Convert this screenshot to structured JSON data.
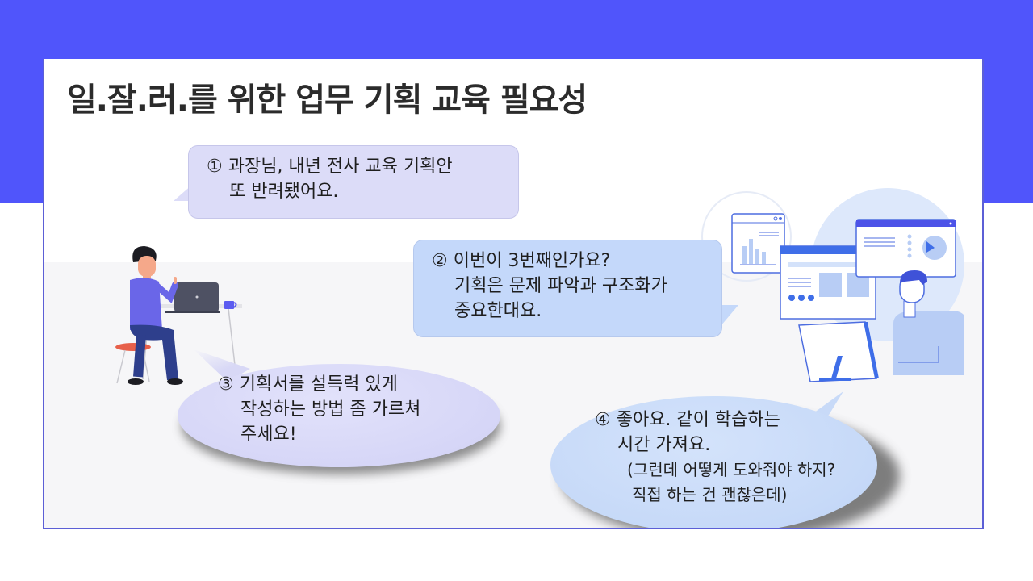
{
  "slide": {
    "title": "일.잘.러.를 위한 업무 기획 교육 필요성",
    "colors": {
      "accent_band": "#5055fb",
      "card_border": "#5c5fd6",
      "floor": "#f6f6f8",
      "bubble_lavender": "#dcdcf8",
      "bubble_blue": "#c4d8fa"
    }
  },
  "bubbles": [
    {
      "number": "①",
      "lines": [
        "① 과장님, 내년 전사 교육 기획안",
        "또 반려됐어요."
      ]
    },
    {
      "number": "②",
      "lines": [
        "② 이번이 3번째인가요?",
        "기획은 문제 파악과 구조화가",
        "중요한대요."
      ]
    },
    {
      "number": "③",
      "lines": [
        "③ 기획서를 설득력 있게",
        "작성하는 방법 좀 가르쳐",
        "주세요!"
      ]
    },
    {
      "number": "④",
      "lines": [
        "④ 좋아요. 같이 학습하는",
        "시간 가져요.",
        "(그런데 어떻게 도와줘야 하지?",
        "직접 하는 건 괜찮은데)"
      ]
    }
  ],
  "illustrations": {
    "left": "person-at-laptop-desk",
    "right": "person-at-computer-with-dashboards"
  }
}
